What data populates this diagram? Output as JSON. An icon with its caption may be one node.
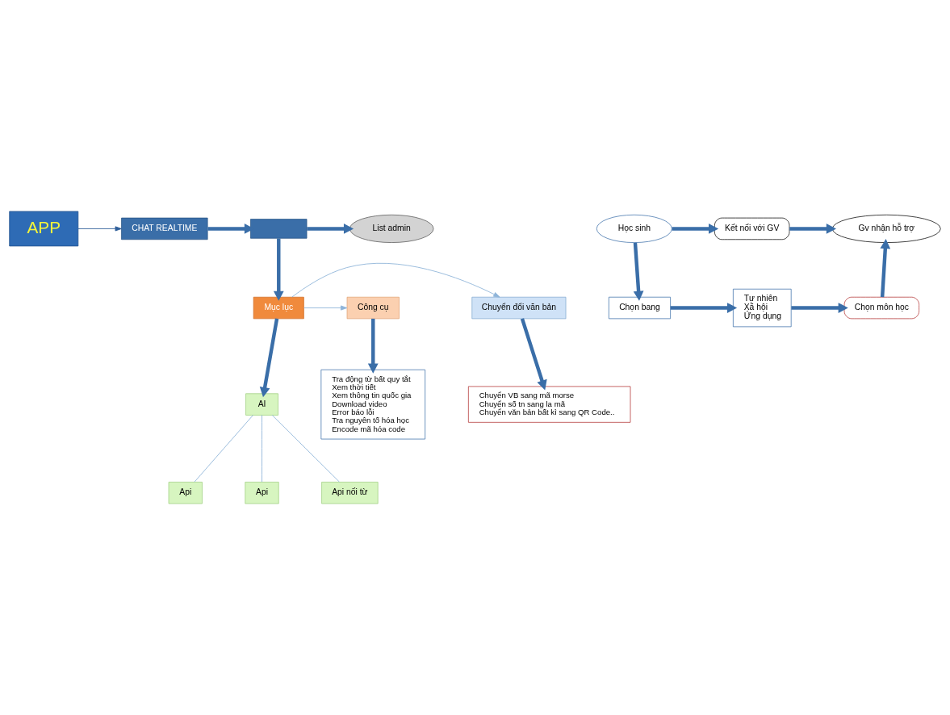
{
  "diagram": {
    "nodes": [
      {
        "text": [
          "APP"
        ]
      },
      {
        "text": [
          "CHAT REALTIME"
        ]
      },
      {
        "text": [],
        "shape": "box"
      },
      {
        "text": [
          "List admin"
        ]
      },
      {
        "text": [
          "Mục lục"
        ]
      },
      {
        "text": [
          "Chuyển đổi văn bản"
        ]
      },
      {
        "text": [
          "Công cụ"
        ]
      },
      {
        "text": [
          "AI"
        ]
      },
      {
        "text": [
          "Chuyển VB sang mã morse",
          "Chuyển số tn sang la mã",
          "Chuyển văn bản bất kì sang QR Code.."
        ]
      },
      {
        "text": [
          "Api"
        ]
      },
      {
        "text": [
          "Api"
        ]
      },
      {
        "text": [
          "Api nối từ"
        ]
      },
      {
        "text": [
          "Tra động từ bất quy tắt",
          "Xem thời tiết",
          "Xem thông tin quốc gia",
          "Download video",
          "Error báo lỗi",
          "Tra nguyên tố hóa học",
          "Encode mã hóa code"
        ]
      },
      {
        "text": [
          "Học sinh"
        ]
      },
      {
        "text": [
          "Kết nối với GV"
        ]
      },
      {
        "text": [
          "Gv nhận hỗ trợ"
        ]
      },
      {
        "text": [
          "Chọn bang"
        ]
      },
      {
        "text": [
          "Tự nhiên",
          "Xã hội",
          "Ứng dụng"
        ]
      },
      {
        "text": [
          "Chọn môn học"
        ]
      }
    ],
    "edges": [
      {
        "from": 0,
        "to": 1,
        "arrow": "to",
        "color": "#2f5f9a"
      },
      {
        "from": 1,
        "to": 2,
        "arrow": "to"
      },
      {
        "from": 2,
        "to": 3,
        "arrow": "to"
      },
      {
        "from": 2,
        "to": 4,
        "arrow": "to"
      },
      {
        "from": 4,
        "to": 5,
        "arrow": "to",
        "color": "#8fb4d9"
      },
      {
        "from": 4,
        "to": 7,
        "arrow": "to"
      },
      {
        "from": 4,
        "to": 6,
        "arrow": "to",
        "color": "#8fb4d9"
      },
      {
        "from": 5,
        "to": 8,
        "arrow": "to"
      },
      {
        "from": 7,
        "to": 9,
        "arrow": "none",
        "color": "#8fb4d9"
      },
      {
        "from": 7,
        "to": 10,
        "arrow": "none",
        "color": "#8fb4d9"
      },
      {
        "from": 7,
        "to": 11,
        "arrow": "none",
        "color": "#8fb4d9"
      },
      {
        "from": 6,
        "to": 12,
        "arrow": "to"
      },
      {
        "from": 13,
        "to": 14,
        "arrow": "to"
      },
      {
        "from": 14,
        "to": 15,
        "arrow": "to"
      },
      {
        "from": 13,
        "to": 16,
        "arrow": "to"
      },
      {
        "from": 16,
        "to": 17,
        "arrow": "to"
      },
      {
        "from": 17,
        "to": 18,
        "arrow": "to"
      },
      {
        "from": 18,
        "to": 15,
        "arrow": "to"
      }
    ]
  }
}
